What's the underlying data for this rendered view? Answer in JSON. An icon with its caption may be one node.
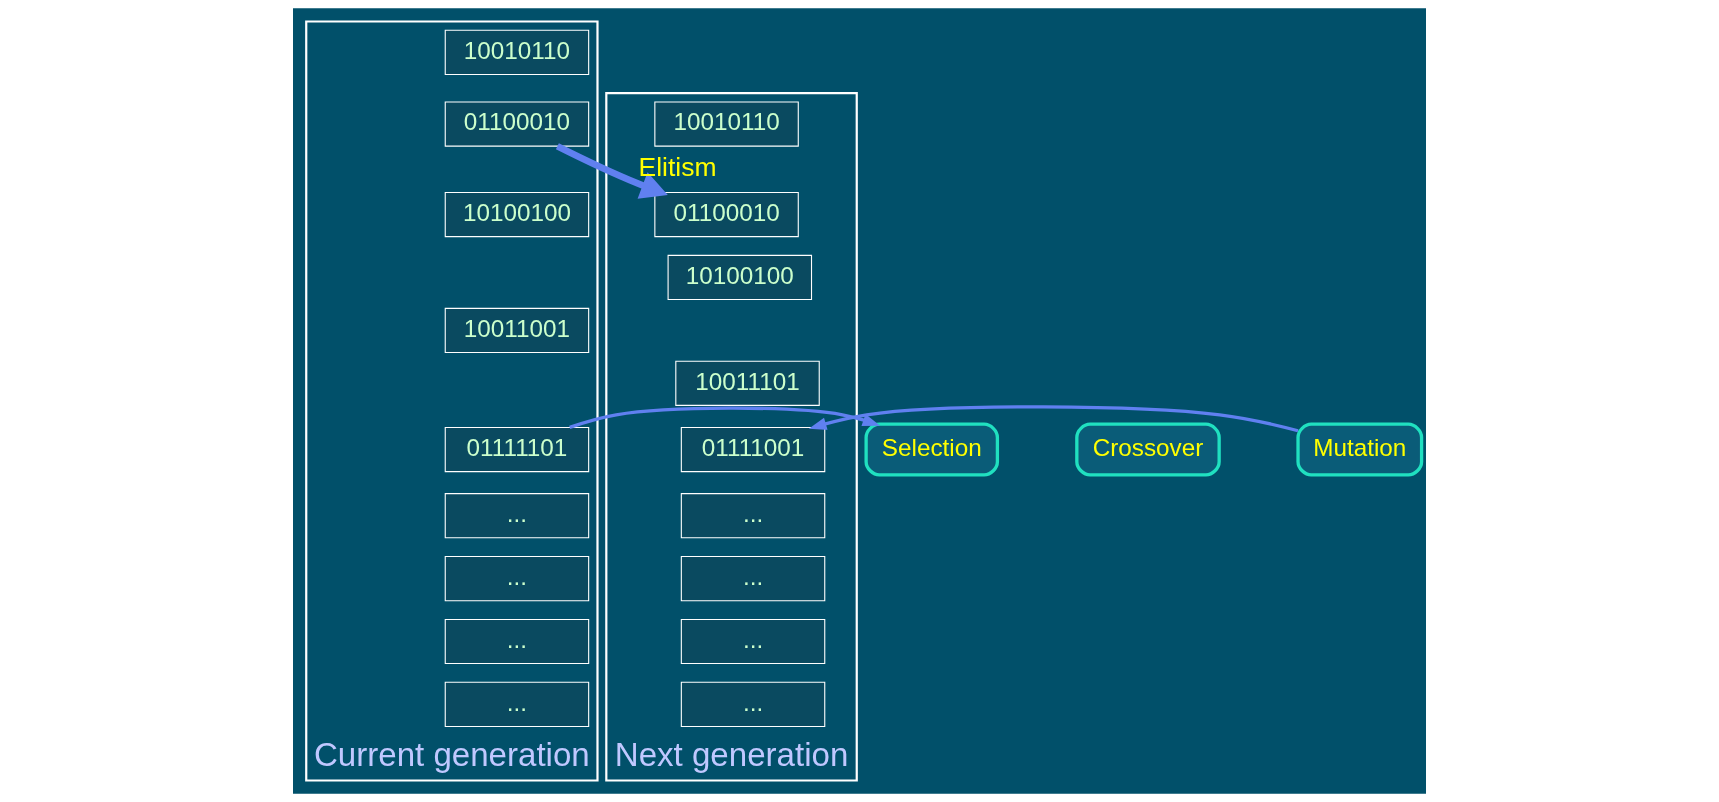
{
  "diagram": {
    "nodes": [
      {
        "text": [
          "Current generation"
        ]
      },
      {
        "text": [
          "10010110"
        ],
        "in": 0
      },
      {
        "text": [
          "01100010"
        ],
        "in": 0
      },
      {
        "text": [
          "10100100"
        ],
        "in": 0
      },
      {
        "text": [
          "10011001"
        ],
        "in": 0
      },
      {
        "text": [
          "01111101"
        ],
        "in": 0
      },
      {
        "text": [
          "..."
        ],
        "in": 0
      },
      {
        "text": [
          "..."
        ],
        "in": 0
      },
      {
        "text": [
          "..."
        ],
        "in": 0
      },
      {
        "text": [
          "..."
        ],
        "in": 0
      },
      {
        "text": [
          "Selection"
        ]
      },
      {
        "text": [
          "Crossover"
        ]
      },
      {
        "text": [
          "Mutation"
        ]
      },
      {
        "text": [
          "Next generation"
        ]
      },
      {
        "text": [
          "10010110"
        ],
        "in": 13
      },
      {
        "text": [
          "01100010"
        ],
        "in": 13
      },
      {
        "text": [
          "10100100"
        ],
        "in": 13
      },
      {
        "text": [
          "10011101"
        ],
        "in": 13
      },
      {
        "text": [
          "01111001"
        ],
        "in": 13
      },
      {
        "text": [
          "..."
        ],
        "in": 13
      },
      {
        "text": [
          "..."
        ],
        "in": 13
      },
      {
        "text": [
          "..."
        ],
        "in": 13
      },
      {
        "text": [
          "..."
        ],
        "in": 13
      }
    ],
    "edges": [
      {
        "from": 2,
        "to": 15,
        "arrow": "to",
        "label": "Elitism",
        "style": "thick"
      },
      {
        "from": 5,
        "to": 10,
        "arrow": "to"
      },
      {
        "from": 12,
        "to": 18,
        "arrow": "to"
      }
    ]
  }
}
